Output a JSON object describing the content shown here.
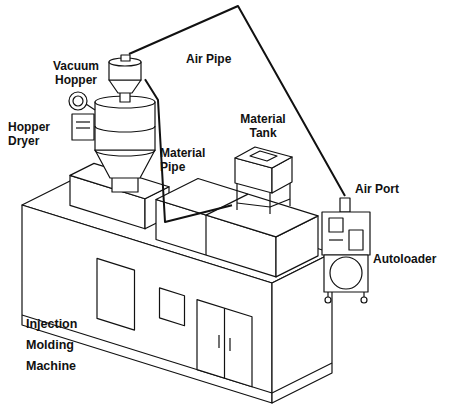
{
  "diagram": {
    "nodes": [
      {
        "text": [
          "Vacuum Hopper"
        ]
      },
      {
        "text": [
          "Hopper Dryer"
        ]
      },
      {
        "text": [
          "Material Tank"
        ]
      },
      {
        "text": [
          "Autoloader"
        ]
      },
      {
        "text": [
          "Injection Molding Machine"
        ]
      }
    ],
    "edges": [
      {
        "from": 0,
        "to": 3,
        "label": "Air Pipe",
        "arrow": "none"
      },
      {
        "from": 0,
        "to": 2,
        "label": "Material Pipe",
        "arrow": "none"
      }
    ],
    "labels": [
      "Air Port"
    ]
  }
}
